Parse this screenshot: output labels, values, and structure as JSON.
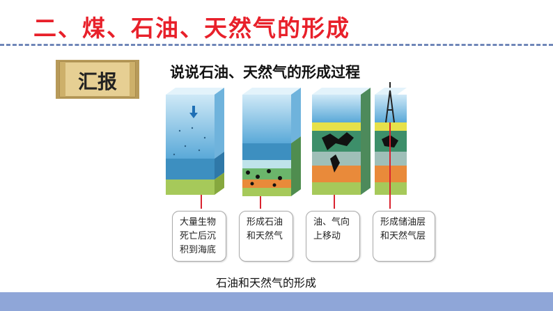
{
  "heading": "二、煤、石油、天然气的形成",
  "badge": "汇报",
  "subtitle": "说说石油、天然气的形成过程",
  "steps": [
    {
      "lines": [
        "大量生物",
        "死亡后沉",
        "积到海底"
      ]
    },
    {
      "lines": [
        "形成石油",
        "和天然气"
      ]
    },
    {
      "lines": [
        "油、气向",
        "上移动"
      ]
    },
    {
      "lines": [
        "形成储油层",
        "和天然气层"
      ]
    }
  ],
  "caption": "石油和天然气的形成",
  "colors": {
    "title": "#e8202a",
    "water": "#7cc0e6",
    "sediment": "#9cc34b",
    "rock_orange": "#e98a3a",
    "footer": "#8fa6d8",
    "scroll": "#e6cf93"
  }
}
